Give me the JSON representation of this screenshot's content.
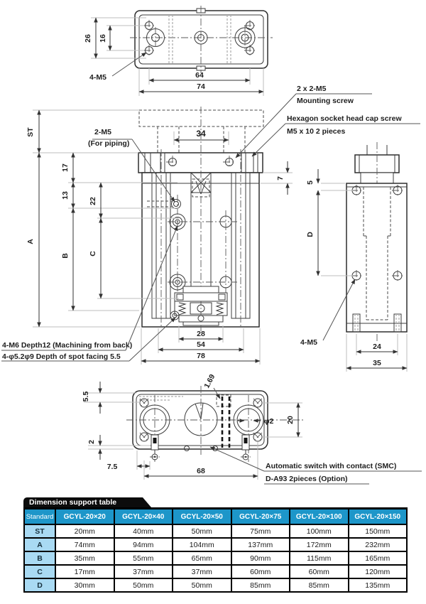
{
  "drawing": {
    "top": {
      "d26": "26",
      "d16": "16",
      "d64": "64",
      "d74": "74",
      "m5": "4-M5"
    },
    "front": {
      "d34": "34",
      "st": "ST",
      "a": "A",
      "b": "B",
      "c": "C",
      "d17": "17",
      "d13": "13",
      "d22": "22",
      "d7": "7",
      "d28": "28",
      "d54": "54",
      "d78": "78",
      "piping1": "2-M5",
      "piping2": "(For piping)",
      "mount1": "2 x 2-M5",
      "mount2": "Mounting screw",
      "hex1": "Hexagon socket head cap screw",
      "hex2": "M5 x 10   2 pieces",
      "mach1": "4-M6 Depth12 (Machining from back)",
      "mach2": "4-φ5.2φ9 Depth of spot facing 5.5"
    },
    "side": {
      "d5": "5",
      "dD": "D",
      "m5": "4-M5",
      "d24": "24",
      "d35": "35"
    },
    "bottom": {
      "d55": "5.5",
      "d2": "2",
      "d75": "7.5",
      "d68": "68",
      "d169": "1.69",
      "phi2": "φ2",
      "d20": "20",
      "sw1": "Automatic switch with contact (SMC)",
      "sw2": "D-A93  2pieces (Option)"
    }
  },
  "table": {
    "title": "Dimension support table",
    "corner_label": "Standard",
    "columns": [
      "GCYL-20×20",
      "GCYL-20×40",
      "GCYL-20×50",
      "GCYL-20×75",
      "GCYL-20×100",
      "GCYL-20×150"
    ],
    "rows": [
      {
        "label": "ST",
        "values": [
          "20mm",
          "40mm",
          "50mm",
          "75mm",
          "100mm",
          "150mm"
        ]
      },
      {
        "label": "A",
        "values": [
          "74mm",
          "94mm",
          "104mm",
          "137mm",
          "172mm",
          "232mm"
        ]
      },
      {
        "label": "B",
        "values": [
          "35mm",
          "55mm",
          "65mm",
          "90mm",
          "115mm",
          "165mm"
        ]
      },
      {
        "label": "C",
        "values": [
          "17mm",
          "37mm",
          "37mm",
          "60mm",
          "60mm",
          "120mm"
        ]
      },
      {
        "label": "D",
        "values": [
          "30mm",
          "50mm",
          "50mm",
          "85mm",
          "85mm",
          "135mm"
        ]
      }
    ],
    "colors": {
      "header_bg": "#1d96c9",
      "row_label_bg": "#a9daf3",
      "title_bg": "#0c0c0c",
      "border": "#000000"
    }
  }
}
